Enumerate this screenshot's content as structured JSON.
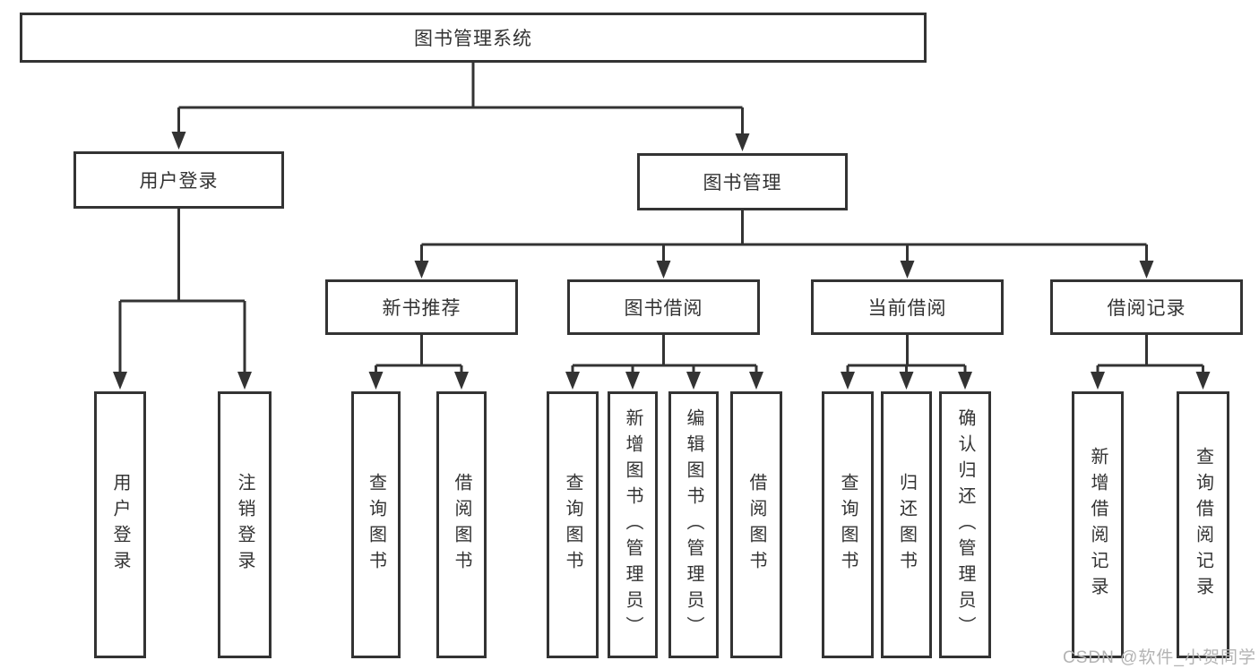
{
  "diagram": {
    "title": "图书管理系统",
    "tree": {
      "label": "图书管理系统",
      "children": [
        {
          "label": "用户登录",
          "children": [
            {
              "label": "用户登录"
            },
            {
              "label": "注销登录"
            }
          ]
        },
        {
          "label": "图书管理",
          "children": [
            {
              "label": "新书推荐",
              "children": [
                {
                  "label": "查询图书"
                },
                {
                  "label": "借阅图书"
                }
              ]
            },
            {
              "label": "图书借阅",
              "children": [
                {
                  "label": "查询图书"
                },
                {
                  "label": "新增图书（管理员）"
                },
                {
                  "label": "编辑图书（管理员）"
                },
                {
                  "label": "借阅图书"
                }
              ]
            },
            {
              "label": "当前借阅",
              "children": [
                {
                  "label": "查询图书"
                },
                {
                  "label": "归还图书"
                },
                {
                  "label": "确认归还（管理员）"
                }
              ]
            },
            {
              "label": "借阅记录",
              "children": [
                {
                  "label": "新增借阅记录"
                },
                {
                  "label": "查询借阅记录"
                }
              ]
            }
          ]
        }
      ]
    }
  },
  "watermark": {
    "text": "CSDN @软件_小贺同学"
  },
  "colors": {
    "line": "#333333",
    "text": "#333333",
    "background": "#ffffff",
    "watermark": "#b3b3b3"
  }
}
